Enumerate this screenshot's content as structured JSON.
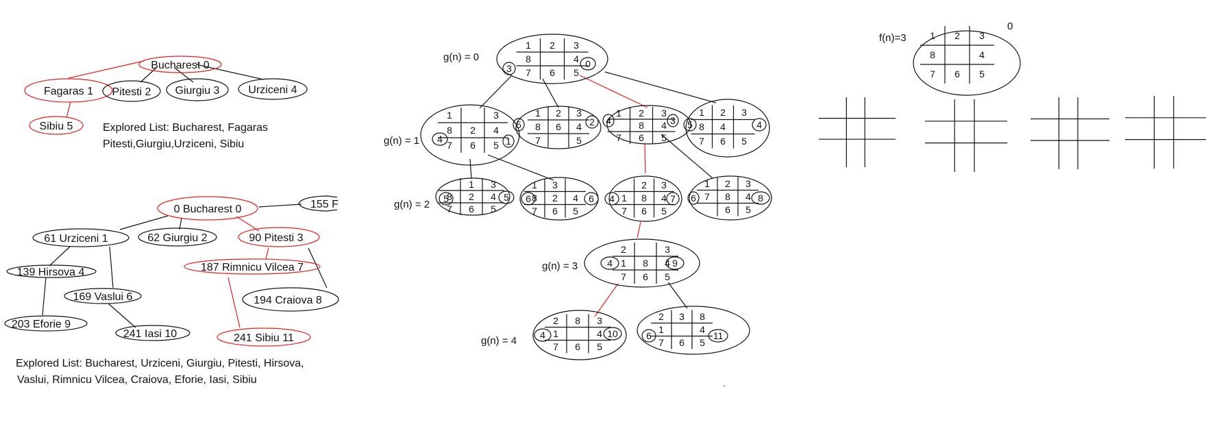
{
  "colors": {
    "ink": "#111111",
    "highlight": "#e41f1f"
  },
  "tree1": {
    "nodes": [
      {
        "id": "bucharest",
        "label": "Bucharest  0",
        "red": true
      },
      {
        "id": "fagaras",
        "label": "Fagaras 1",
        "red": true
      },
      {
        "id": "pitesti",
        "label": "Pitesti 2",
        "red": false
      },
      {
        "id": "giurgiu",
        "label": "Giurgiu 3",
        "red": false
      },
      {
        "id": "urziceni",
        "label": "Urziceni 4",
        "red": false
      },
      {
        "id": "sibiu",
        "label": "Sibiu 5",
        "red": true
      }
    ],
    "explored_line1": "Explored List: Bucharest, Fagaras",
    "explored_line2": "Pitesti,Giurgiu,Urziceni, Sibiu"
  },
  "tree2": {
    "nodes": [
      {
        "id": "bucharest",
        "label": "0 Bucharest 0",
        "red": true
      },
      {
        "id": "partial",
        "label": "155 F",
        "red": false
      },
      {
        "id": "urziceni",
        "label": "61 Urziceni 1",
        "red": false
      },
      {
        "id": "giurgiu",
        "label": "62 Giurgiu 2",
        "red": false
      },
      {
        "id": "pitesti",
        "label": "90 Pitesti 3",
        "red": true
      },
      {
        "id": "hirsova",
        "label": "139 Hirsova 4",
        "red": false
      },
      {
        "id": "vaslui",
        "label": "169 Vaslui 6",
        "red": false
      },
      {
        "id": "rimnicu",
        "label": "187 Rimnicu Vilcea 7",
        "red": true
      },
      {
        "id": "craiova",
        "label": "194 Craiova 8",
        "red": false
      },
      {
        "id": "eforie",
        "label": "203 Eforie 9",
        "red": false
      },
      {
        "id": "iasi",
        "label": "241 Iasi 10",
        "red": false
      },
      {
        "id": "sibiu",
        "label": "241 Sibiu 11",
        "red": true
      }
    ],
    "explored_line1": "Explored List: Bucharest, Urziceni, Giurgiu, Pitesti, Hirsova,",
    "explored_line2": "Vaslui, Rimnicu Vilcea, Craiova, Eforie, Iasi, Sibiu"
  },
  "puzzle": {
    "level_labels": [
      "g(n) = 0",
      "g(n) = 1",
      "g(n) = 2",
      "g(n) = 3",
      "g(n) = 4"
    ],
    "states": [
      {
        "id": "root",
        "cells": [
          "1",
          "2",
          "3",
          "8",
          "",
          "4",
          "7",
          "6",
          "5"
        ],
        "tags": [
          "3",
          "0"
        ]
      },
      {
        "id": "l1a",
        "cells": [
          "1",
          "",
          "3",
          "8",
          "2",
          "4",
          "7",
          "6",
          "5"
        ],
        "tags": [
          "4",
          "1"
        ]
      },
      {
        "id": "l1b",
        "cells": [
          "1",
          "2",
          "3",
          "8",
          "6",
          "4",
          "7",
          "",
          "5"
        ],
        "tags": [
          "5",
          "2"
        ]
      },
      {
        "id": "l1c",
        "cells": [
          "1",
          "2",
          "3",
          "",
          "8",
          "4",
          "7",
          "6",
          "5"
        ],
        "tags": [
          "4",
          "3"
        ]
      },
      {
        "id": "l1d",
        "cells": [
          "1",
          "2",
          "3",
          "8",
          "4",
          "",
          "7",
          "6",
          "5"
        ],
        "tags": [
          "5",
          "4"
        ]
      },
      {
        "id": "l2a",
        "cells": [
          "",
          "1",
          "3",
          "8",
          "2",
          "4",
          "7",
          "6",
          "5"
        ],
        "tags": [
          "5",
          "5"
        ]
      },
      {
        "id": "l2b",
        "cells": [
          "1",
          "3",
          "",
          "8",
          "2",
          "4",
          "7",
          "6",
          "5"
        ],
        "tags": [
          "6",
          "6"
        ]
      },
      {
        "id": "l2c",
        "cells": [
          "",
          "2",
          "3",
          "1",
          "8",
          "4",
          "7",
          "6",
          "5"
        ],
        "tags": [
          "4",
          "7"
        ]
      },
      {
        "id": "l2d",
        "cells": [
          "1",
          "2",
          "3",
          "7",
          "8",
          "4",
          "",
          "6",
          "5"
        ],
        "tags": [
          "6",
          "8"
        ]
      },
      {
        "id": "l3",
        "cells": [
          "2",
          "",
          "3",
          "1",
          "8",
          "4",
          "7",
          "6",
          "5"
        ],
        "tags": [
          "4",
          "9"
        ]
      },
      {
        "id": "l4a",
        "cells": [
          "2",
          "8",
          "3",
          "1",
          "",
          "4",
          "7",
          "6",
          "5"
        ],
        "tags": [
          "4",
          "10"
        ]
      },
      {
        "id": "l4b",
        "cells": [
          "2",
          "3",
          "8",
          "1",
          "",
          "4",
          "7",
          "6",
          "5"
        ],
        "tags": [
          "6",
          "11"
        ]
      }
    ],
    "stray_mark": "."
  },
  "astar": {
    "f_label": "f(n)=3",
    "corner_value": "0",
    "cells": [
      "1",
      "2",
      "3",
      "8",
      "",
      "4",
      "7",
      "6",
      "5"
    ],
    "empty_grids": 4
  }
}
